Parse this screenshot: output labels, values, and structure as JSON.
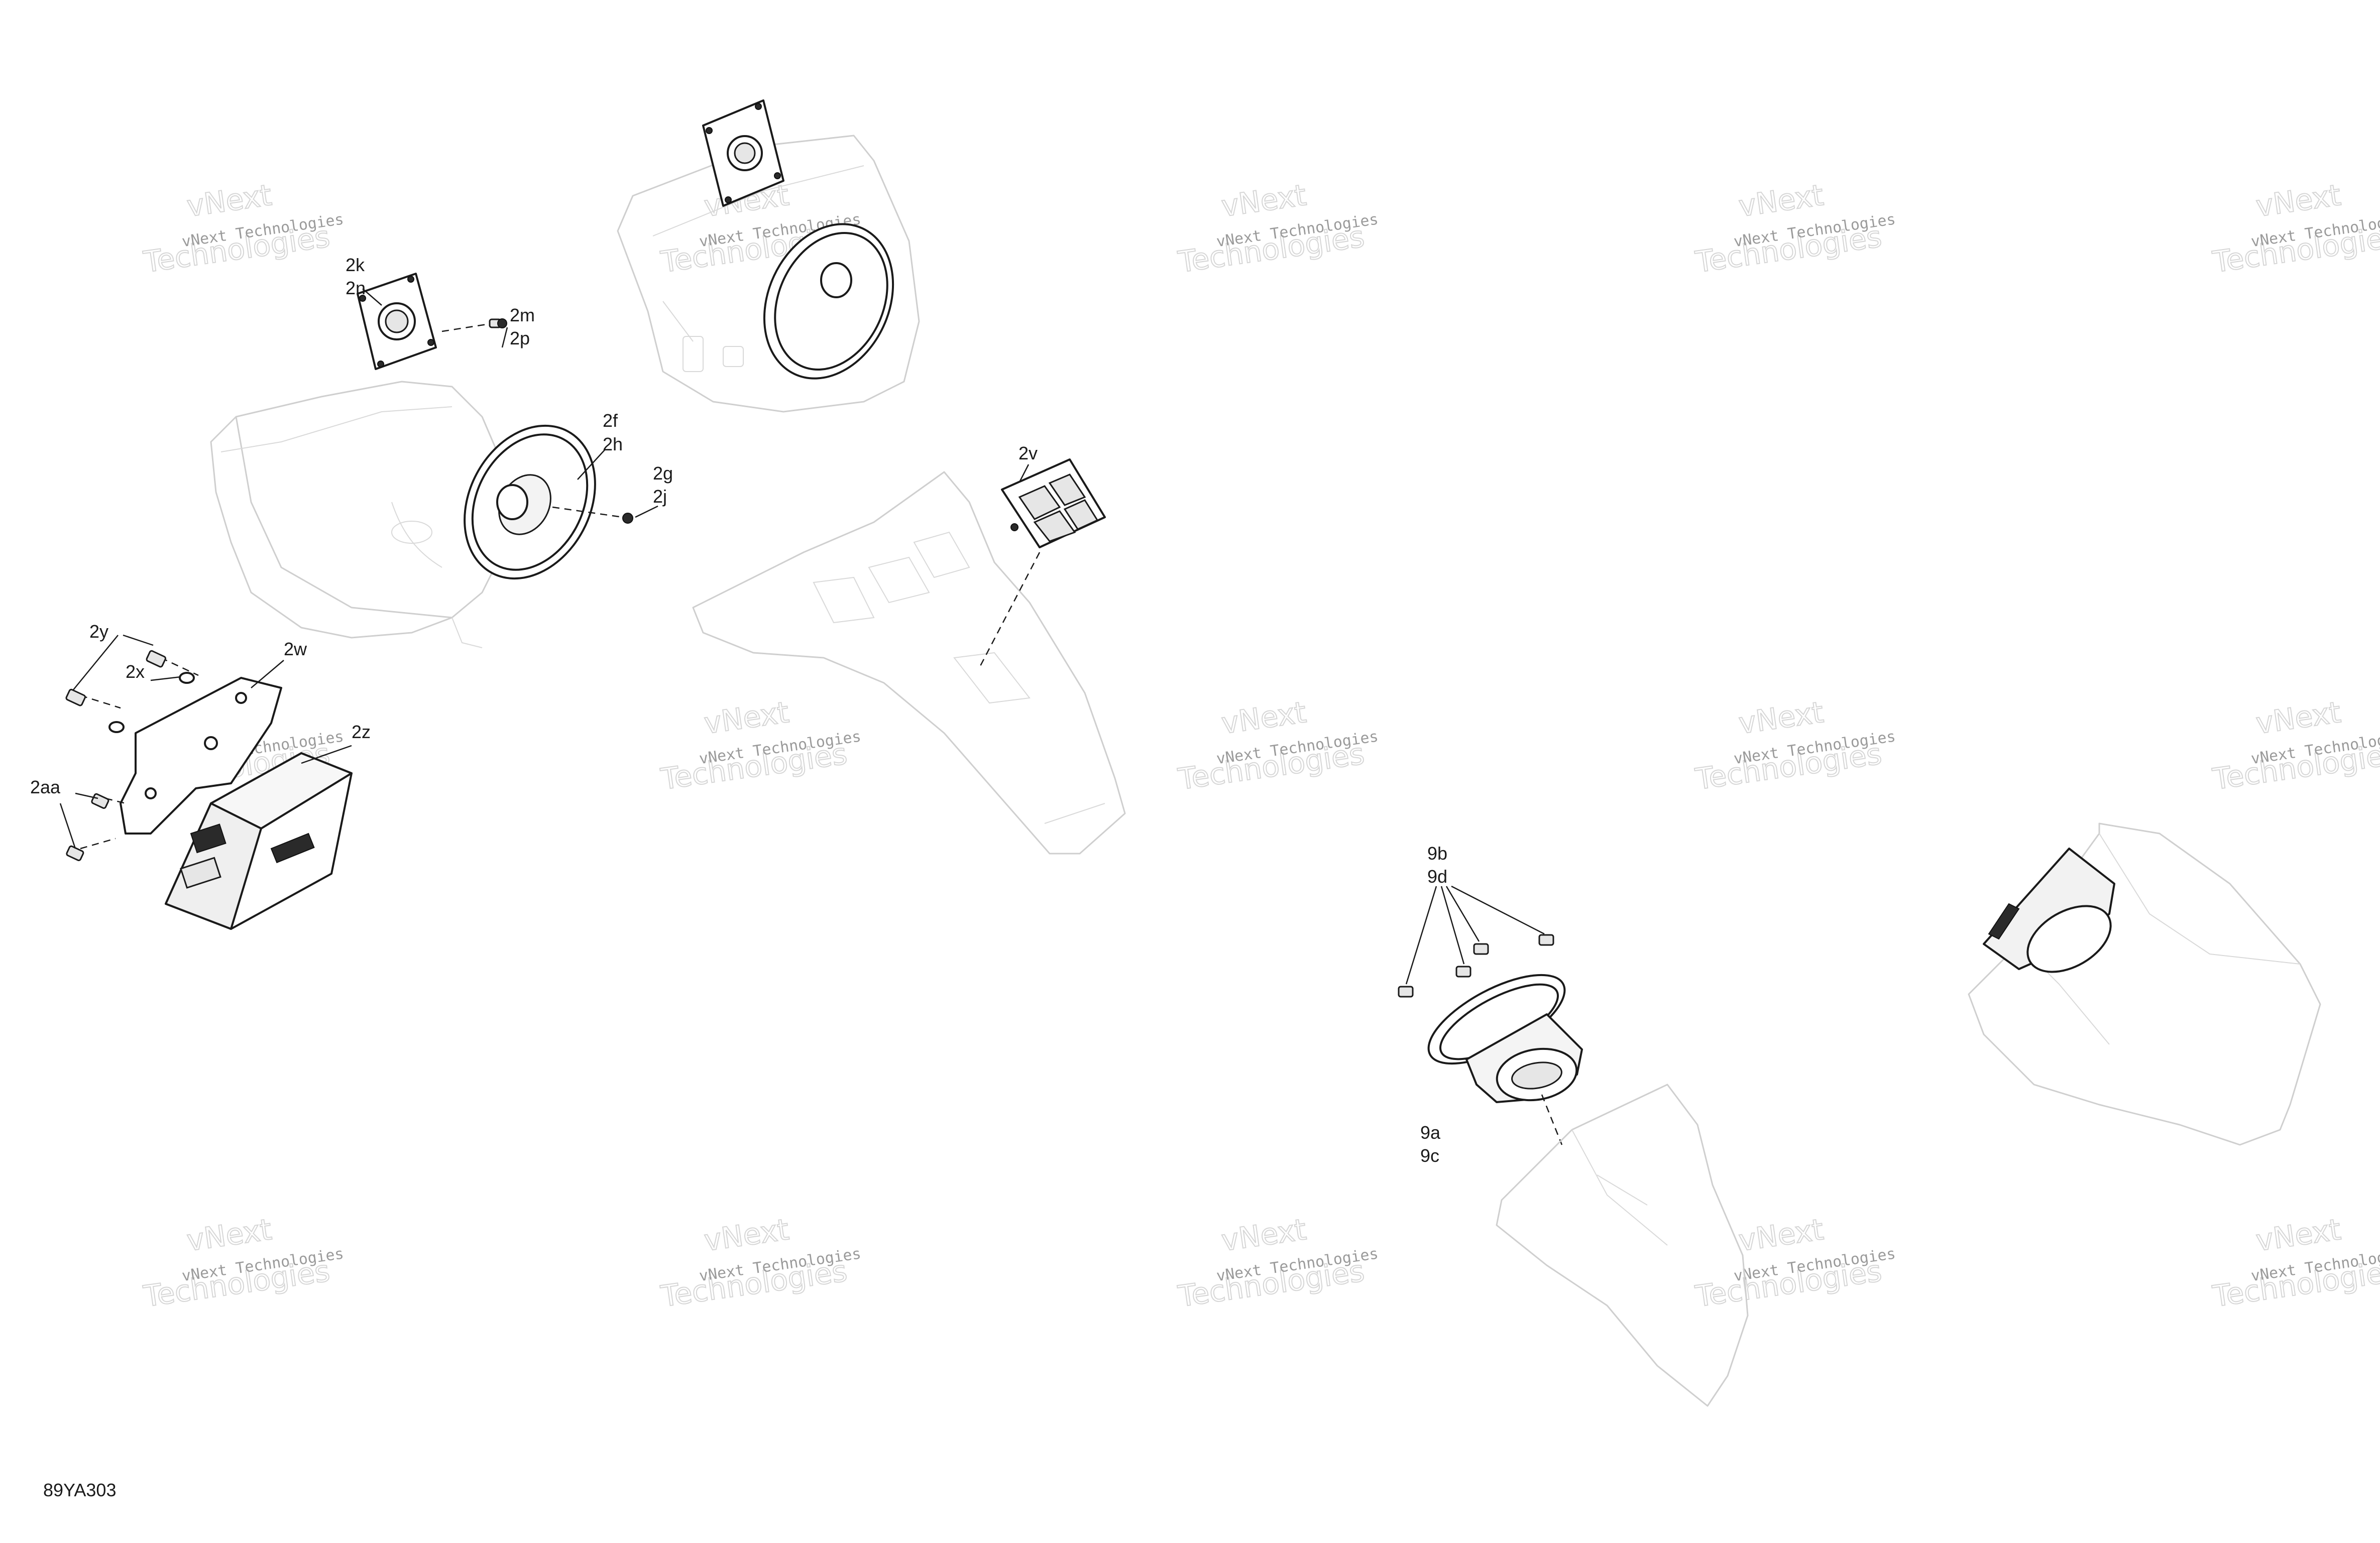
{
  "diagram_code": "89YA303",
  "watermark": {
    "line1": "vNext Technologies",
    "line2": "Technologies",
    "stamp": "vNext"
  },
  "callouts": [
    {
      "id": "2k-2n",
      "lines": [
        "2k",
        "2n"
      ]
    },
    {
      "id": "2m-2p",
      "lines": [
        "2m",
        "2p"
      ]
    },
    {
      "id": "2f-2h",
      "lines": [
        "2f",
        "2h"
      ]
    },
    {
      "id": "2g-2j",
      "lines": [
        "2g",
        "2j"
      ]
    },
    {
      "id": "2y",
      "lines": [
        "2y"
      ]
    },
    {
      "id": "2x",
      "lines": [
        "2x"
      ]
    },
    {
      "id": "2w",
      "lines": [
        "2w"
      ]
    },
    {
      "id": "2z",
      "lines": [
        "2z"
      ]
    },
    {
      "id": "2aa",
      "lines": [
        "2aa"
      ]
    },
    {
      "id": "2v",
      "lines": [
        "2v"
      ]
    },
    {
      "id": "9b-9d",
      "lines": [
        "9b",
        "9d"
      ]
    },
    {
      "id": "9a-9c",
      "lines": [
        "9a",
        "9c"
      ]
    }
  ]
}
